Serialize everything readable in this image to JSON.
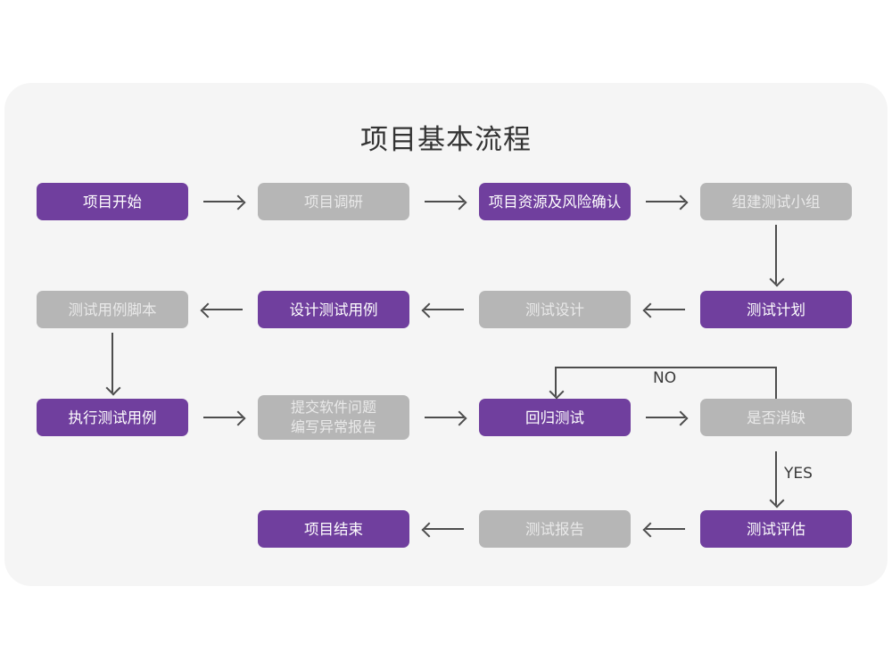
{
  "page": {
    "title": "项目基本流程",
    "background_color": "#ffffff",
    "card_color": "#f5f5f5",
    "accent_color": "#703f9e",
    "muted_color": "#b6b6b6",
    "connector_color": "#4d4d4d"
  },
  "nodes": {
    "r1c1": "项目开始",
    "r1c2": "项目调研",
    "r1c3": "项目资源及风险确认",
    "r1c4": "组建测试小组",
    "r2c1": "测试用例脚本",
    "r2c2": "设计测试用例",
    "r2c3": "测试设计",
    "r2c4": "测试计划",
    "r3c1": "执行测试用例",
    "r3c2": "提交软件问题\n编写异常报告",
    "r3c3": "回归测试",
    "r3c4": "是否消缺",
    "r4c2": "项目结束",
    "r4c3": "测试报告",
    "r4c4": "测试评估"
  },
  "edge_labels": {
    "no": "NO",
    "yes": "YES"
  }
}
